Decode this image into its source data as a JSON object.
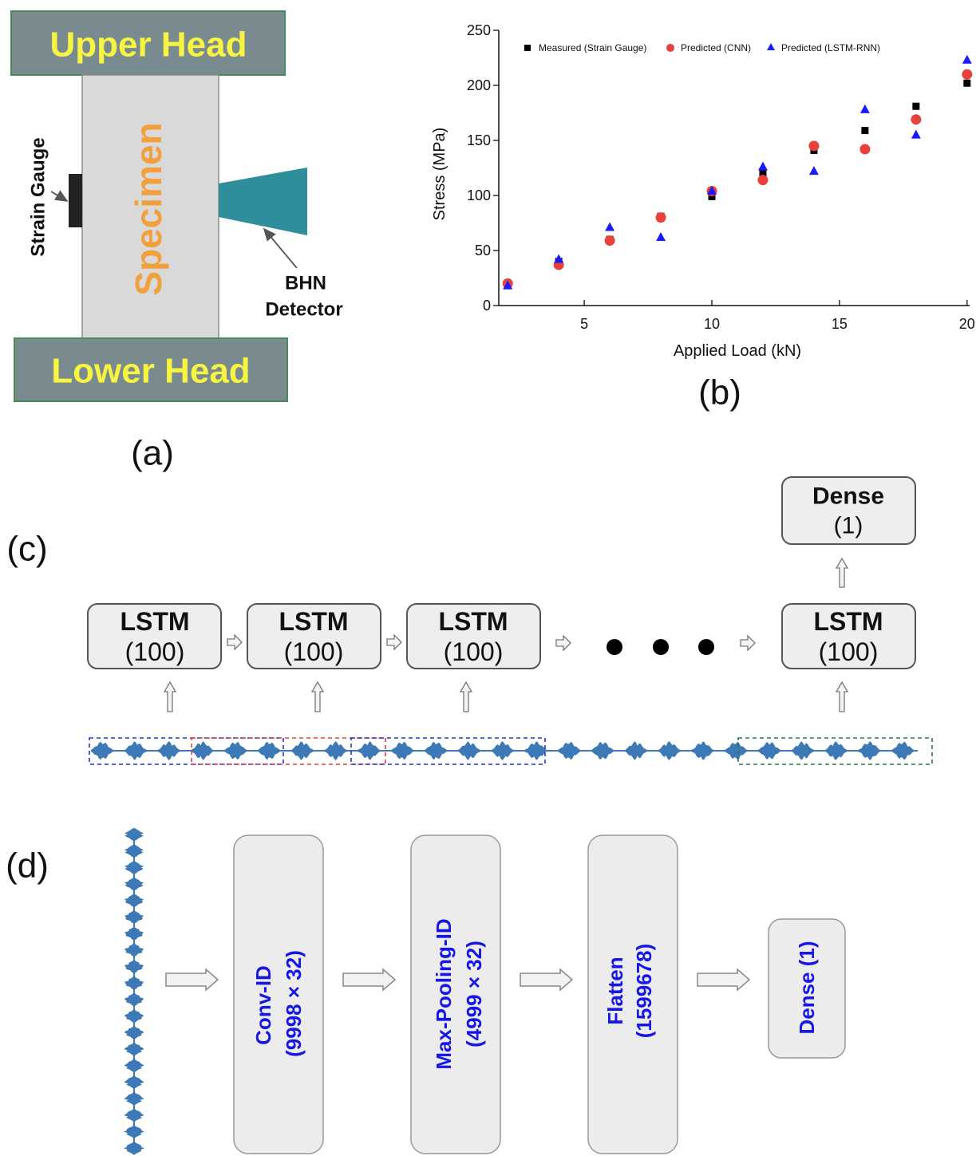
{
  "panel_a": {
    "label": "(a)",
    "upper_head": "Upper Head",
    "specimen": "Specimen",
    "lower_head": "Lower Head",
    "strain_gauge": "Strain Gauge",
    "detector_line1": "BHN",
    "detector_line2": "Detector"
  },
  "panel_b": {
    "label": "(b)"
  },
  "panel_c": {
    "label": "(c)",
    "dense": {
      "title": "Dense",
      "units": "(1)"
    },
    "lstm_blocks": [
      {
        "title": "LSTM",
        "units": "(100)"
      },
      {
        "title": "LSTM",
        "units": "(100)"
      },
      {
        "title": "LSTM",
        "units": "(100)"
      },
      {
        "title": "LSTM",
        "units": "(100)"
      }
    ]
  },
  "panel_d": {
    "label": "(d)",
    "blocks": [
      {
        "line1": "Conv-ID",
        "line2": "(9998 × 32)"
      },
      {
        "line1": "Max-Pooling-ID",
        "line2": "(4999 × 32)"
      },
      {
        "line1": "Flatten",
        "line2": "(1599678)"
      },
      {
        "line1": "Dense (1)"
      }
    ]
  },
  "colors": {
    "head_fill": "#7a8b8f",
    "head_text": "#f7f542",
    "specimen_fill": "#d9d9d9",
    "specimen_text": "#f2a03c",
    "detector": "#2f8e9c",
    "layer_text": "#1616e6",
    "signal": "#3c79b6"
  },
  "chart_data": {
    "type": "scatter",
    "xlabel": "Applied Load (kN)",
    "ylabel": "Stress (MPa)",
    "xlim": [
      1.65,
      20.1
    ],
    "ylim": [
      0,
      250
    ],
    "xticks": [
      5,
      10,
      15,
      20
    ],
    "yticks": [
      0,
      50,
      100,
      150,
      200,
      250
    ],
    "grid": false,
    "legend_position": "top",
    "series": [
      {
        "name": "Measured (Strain Gauge)",
        "marker": "square",
        "color": "#000000",
        "x": [
          2,
          4,
          6,
          8,
          10,
          12,
          14,
          16,
          18,
          20
        ],
        "y": [
          20,
          40,
          60,
          81,
          99,
          120,
          141,
          159,
          181,
          202
        ]
      },
      {
        "name": "Predicted (CNN)",
        "marker": "circle",
        "color": "#e8413c",
        "x": [
          2,
          4,
          6,
          8,
          10,
          12,
          14,
          16,
          18,
          20
        ],
        "y": [
          20,
          37,
          59,
          80,
          104,
          114,
          145,
          142,
          169,
          210
        ]
      },
      {
        "name": "Predicted (LSTM-RNN)",
        "marker": "triangle",
        "color": "#1a1aff",
        "x": [
          2,
          4,
          6,
          8,
          10,
          12,
          14,
          16,
          18,
          20
        ],
        "y": [
          18,
          42,
          71,
          62,
          104,
          126,
          122,
          178,
          155,
          223
        ]
      }
    ]
  }
}
